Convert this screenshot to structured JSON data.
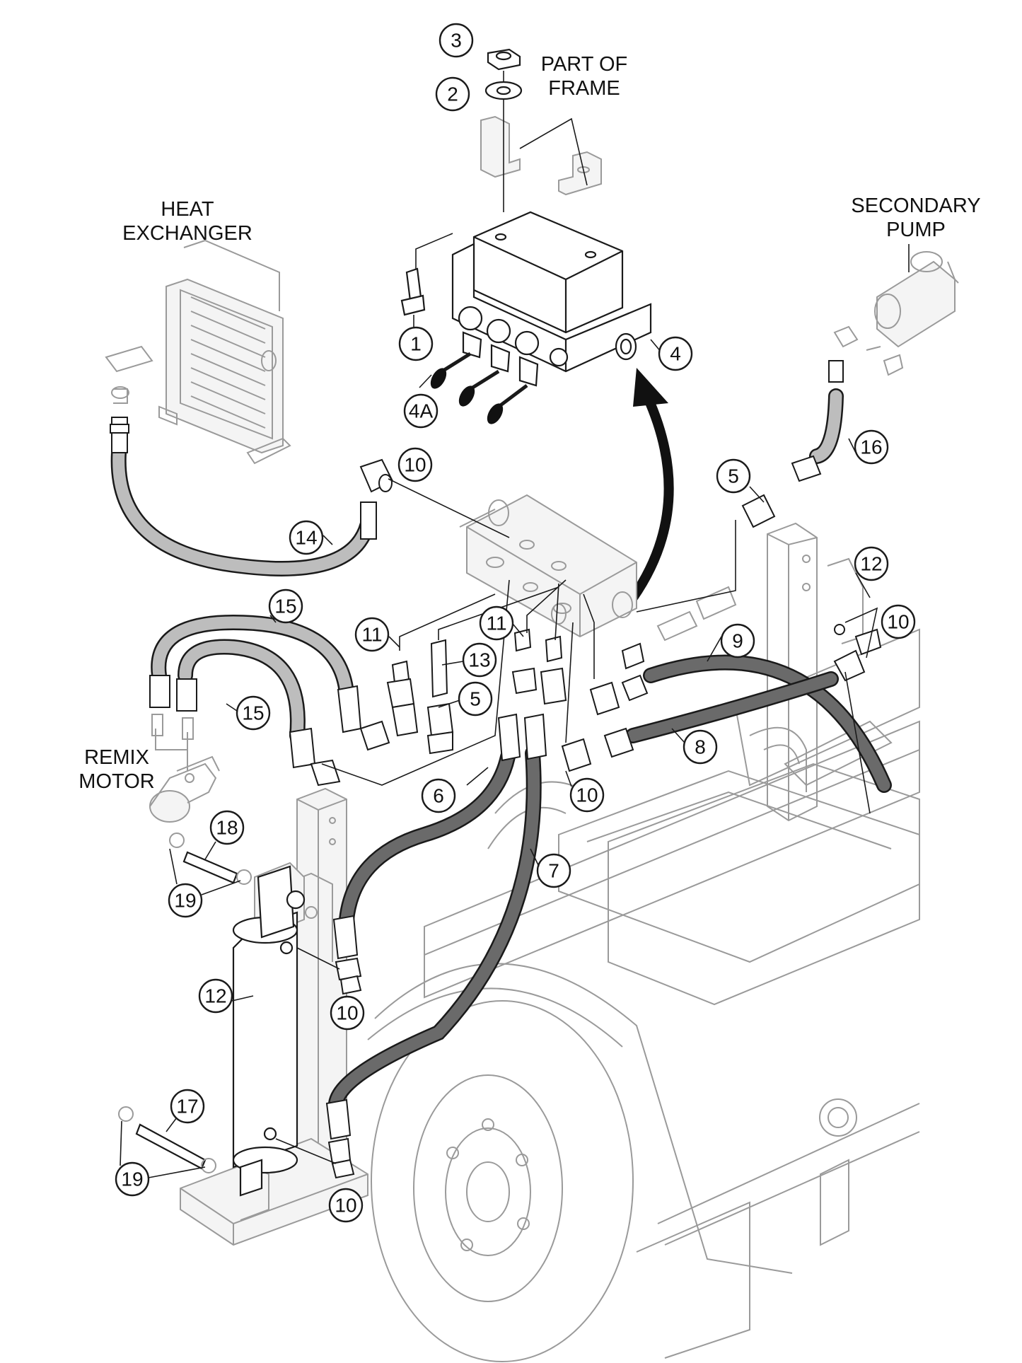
{
  "labels": {
    "part_of_frame": [
      "PART OF",
      "FRAME"
    ],
    "heat_exchanger": [
      "HEAT",
      "EXCHANGER"
    ],
    "secondary_pump": [
      "SECONDARY",
      "PUMP"
    ],
    "remix_motor": [
      "REMIX",
      "MOTOR"
    ]
  },
  "callouts": {
    "c3": "3",
    "c2": "2",
    "c1": "1",
    "c4": "4",
    "c4a": "4A",
    "c10a": "10",
    "c14": "14",
    "c5a": "5",
    "c16": "16",
    "c12a": "12",
    "c10b": "10",
    "c15a": "15",
    "c15b": "15",
    "c11a": "11",
    "c13": "13",
    "c11b": "11",
    "c5b": "5",
    "c9": "9",
    "c8": "8",
    "c10c": "10",
    "c6": "6",
    "c7": "7",
    "c18": "18",
    "c19a": "19",
    "c12b": "12",
    "c10d": "10",
    "c17": "17",
    "c19b": "19",
    "c10e": "10"
  },
  "colors": {
    "line": "#1a1a1a",
    "ghost": "#9a9a9a",
    "hose_light": "#bdbdbd",
    "hose_dark": "#6a6a6a"
  }
}
